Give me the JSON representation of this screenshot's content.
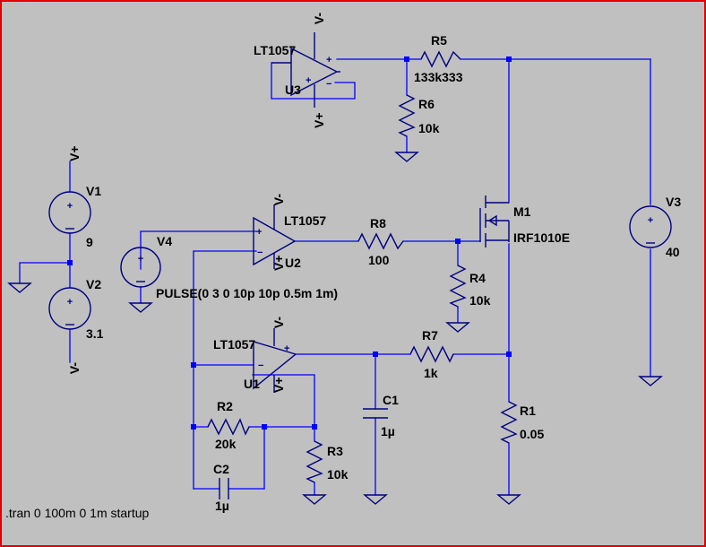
{
  "components": {
    "U3": {
      "ref": "U3",
      "model": "LT1057",
      "vneg": "V-",
      "vpos": "V+"
    },
    "U2": {
      "ref": "U2",
      "model": "LT1057",
      "vneg": "V-",
      "vpos": "V+"
    },
    "U1": {
      "ref": "U1",
      "model": "LT1057",
      "vneg": "V-",
      "vpos": "V+"
    },
    "R5": {
      "ref": "R5",
      "value": "133k333"
    },
    "R6": {
      "ref": "R6",
      "value": "10k"
    },
    "R8": {
      "ref": "R8",
      "value": "100"
    },
    "R4": {
      "ref": "R4",
      "value": "10k"
    },
    "R7": {
      "ref": "R7",
      "value": "1k"
    },
    "R2": {
      "ref": "R2",
      "value": "20k"
    },
    "R3": {
      "ref": "R3",
      "value": "10k"
    },
    "R1": {
      "ref": "R1",
      "value": "0.05"
    },
    "C1": {
      "ref": "C1",
      "value": "1µ"
    },
    "C2": {
      "ref": "C2",
      "value": "1µ"
    },
    "M1": {
      "ref": "M1",
      "model": "IRF1010E"
    },
    "V1": {
      "ref": "V1",
      "value": "9",
      "label_top": "V+"
    },
    "V2": {
      "ref": "V2",
      "value": "3.1",
      "label_bottom": "V-"
    },
    "V3": {
      "ref": "V3",
      "value": "40"
    },
    "V4": {
      "ref": "V4",
      "value": "PULSE(0 3 0 10p 10p 0.5m 1m)"
    }
  },
  "directive": ".tran 0 100m 0 1m startup",
  "colors": {
    "background": "#c0c0c0",
    "wire": "#0000ff",
    "component": "#000080",
    "border": "#e00000"
  }
}
